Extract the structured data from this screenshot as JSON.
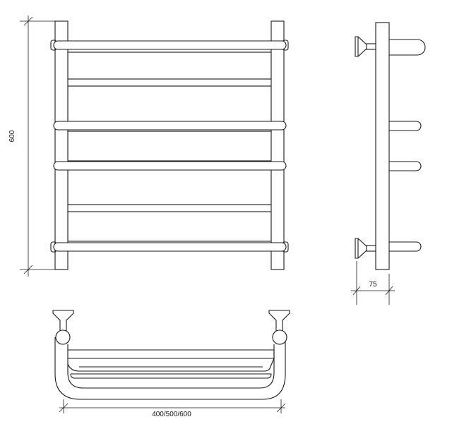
{
  "drawing": {
    "subject": "ladder towel warmer technical drawing",
    "line_color": "#1a1a1a",
    "background": "#ffffff"
  },
  "dimensions": {
    "height_label": "600",
    "depth_label": "75",
    "width_label": "400/500/600"
  }
}
